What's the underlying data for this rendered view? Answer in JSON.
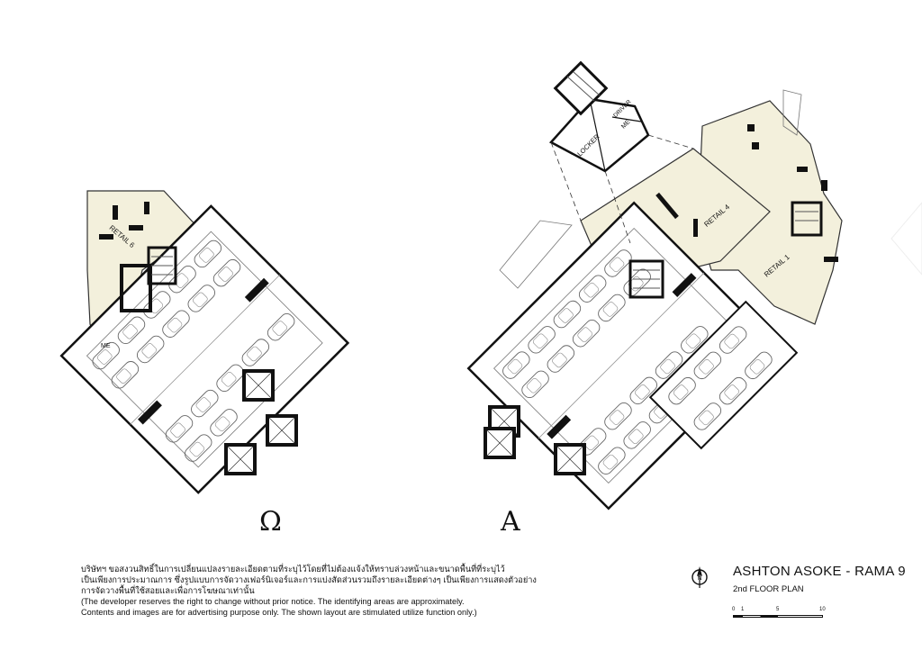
{
  "plan": {
    "towers": [
      {
        "id": "omega",
        "label": "Ω"
      },
      {
        "id": "a",
        "label": "A"
      }
    ],
    "rooms": {
      "retail_6": "RETAIL 6",
      "retail_4": "RETAIL 4",
      "retail_1": "RETAIL 1",
      "locker": "LOCKER",
      "driver": "DRIVER",
      "me_a": "ME",
      "me_omega": "ME"
    },
    "colors": {
      "retail_fill": "#f3f0dc",
      "wall": "#111111",
      "line": "#555555"
    }
  },
  "disclaimer": {
    "thai_line1": "บริษัทฯ ขอสงวนสิทธิ์ในการเปลี่ยนแปลงรายละเอียดตามที่ระบุไว้โดยที่ไม่ต้องแจ้งให้ทราบล่วงหน้าและขนาดพื้นที่ที่ระบุไว้",
    "thai_line2": "เป็นเพียงการประมาณการ ซึ่งรูปแบบการจัดวางเฟอร์นิเจอร์และการแบ่งสัดส่วนรวมถึงรายละเอียดต่างๆ เป็นเพียงการแสดงตัวอย่าง",
    "thai_line3": "การจัดวางพื้นที่ใช้สอยและเพื่อการโฆษณาเท่านั้น",
    "en_line1": "(The developer reserves the right to change without prior notice. The identifying areas are approximately.",
    "en_line2": "Contents and images are for advertising purpose only. The shown layout are stimulated utilize function only.)"
  },
  "titleblock": {
    "north_label": "N",
    "project": "ASHTON ASOKE - RAMA 9",
    "floor": "2nd FLOOR PLAN",
    "scale_ticks": [
      "0",
      "1",
      "5",
      "10"
    ]
  }
}
